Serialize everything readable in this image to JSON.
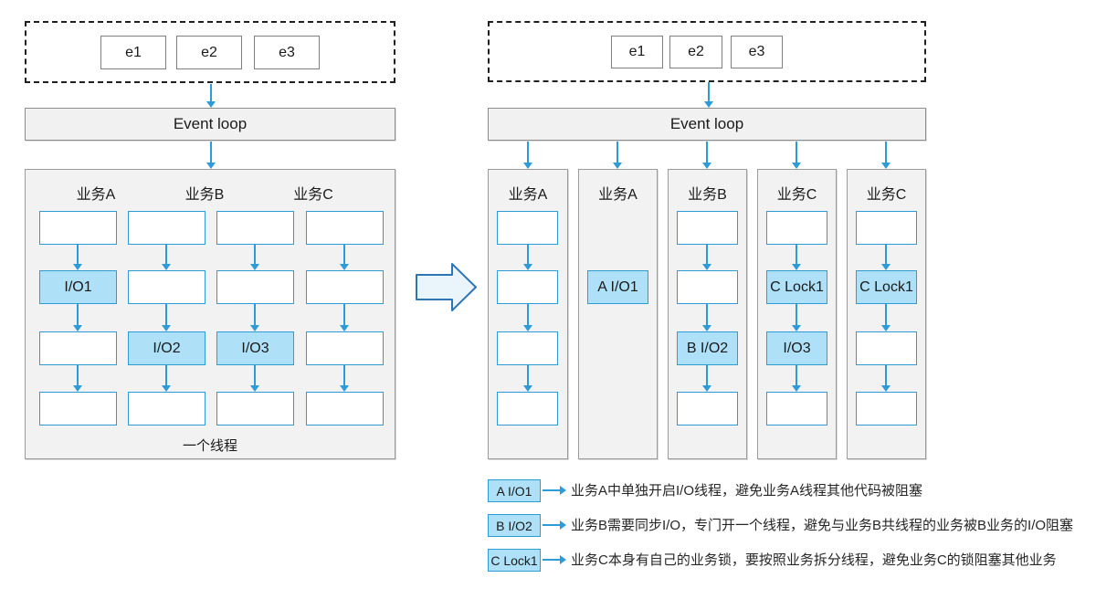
{
  "colors": {
    "accent": "#2e9bd9",
    "highlight": "#aee0f7",
    "big-arrow-fill": "#e9f4fb",
    "big-arrow-stroke": "#2e75b6"
  },
  "left": {
    "events": [
      "e1",
      "e2",
      "e3"
    ],
    "event_loop_label": "Event loop",
    "headers": [
      "业务A",
      "业务B",
      "业务C"
    ],
    "columns": [
      [
        "",
        "I/O1",
        "",
        ""
      ],
      [
        "",
        "",
        "I/O2",
        ""
      ],
      [
        "",
        "",
        "I/O3",
        ""
      ],
      [
        "",
        "",
        "",
        ""
      ]
    ],
    "thread_label": "一个线程"
  },
  "right": {
    "events": [
      "e1",
      "e2",
      "e3"
    ],
    "event_loop_label": "Event loop",
    "column_headers": [
      "业务A",
      "业务A",
      "业务B",
      "业务C",
      "业务C"
    ],
    "columns": [
      [
        "",
        "",
        "",
        ""
      ],
      [
        null,
        "A I/O1",
        null,
        null
      ],
      [
        "",
        "",
        "B I/O2",
        ""
      ],
      [
        "",
        "C Lock1",
        "I/O3",
        ""
      ],
      [
        "",
        "C Lock1",
        "",
        ""
      ]
    ]
  },
  "legend": [
    {
      "badge": "A I/O1",
      "text": "业务A中单独开启I/O线程，避免业务A线程其他代码被阻塞"
    },
    {
      "badge": "B I/O2",
      "text": "业务B需要同步I/O，专门开一个线程，避免与业务B共线程的业务被B业务的I/O阻塞"
    },
    {
      "badge": "C Lock1",
      "text": "业务C本身有自己的业务锁，要按照业务拆分线程，避免业务C的锁阻塞其他业务"
    }
  ]
}
